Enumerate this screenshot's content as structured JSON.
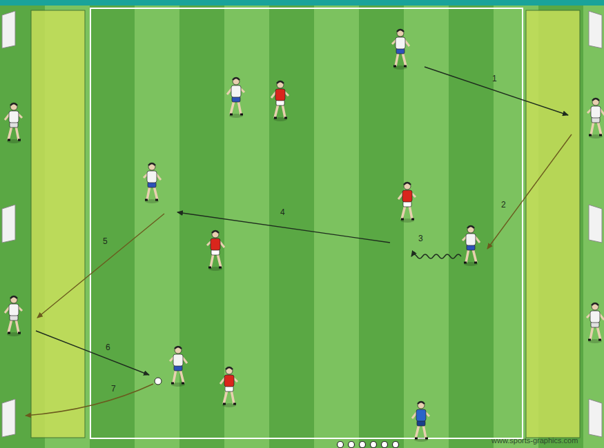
{
  "diagram": {
    "labels": [
      "1",
      "2",
      "3",
      "4",
      "5",
      "6",
      "7",
      "www.sports-graphics.com"
    ]
  }
}
